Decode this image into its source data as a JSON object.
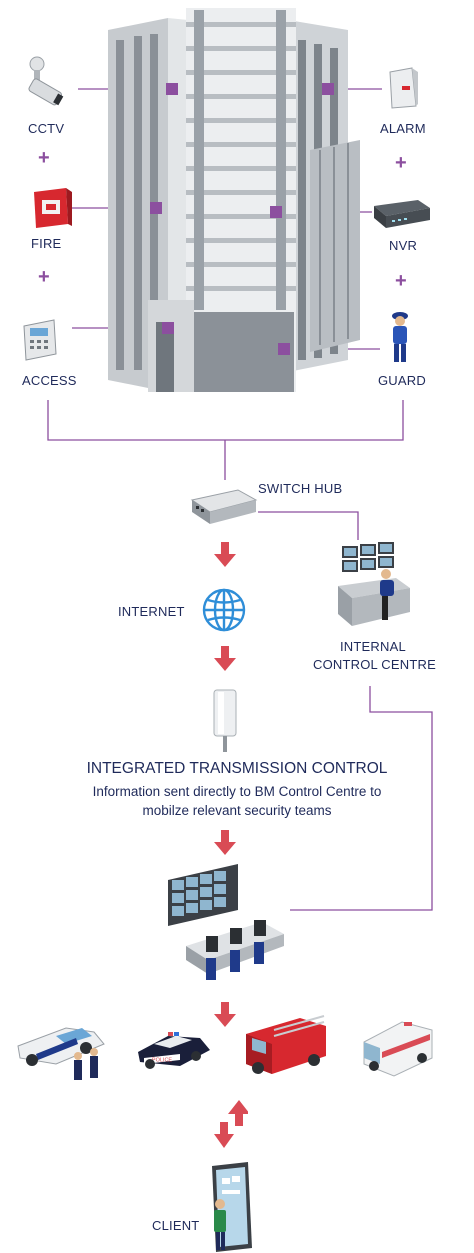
{
  "labels": {
    "cctv": "CCTV",
    "fire": "FIRE",
    "access": "ACCESS",
    "alarm": "ALARM",
    "nvr": "NVR",
    "guard": "GUARD",
    "switch_hub": "SWITCH HUB",
    "internet": "INTERNET",
    "internal_control_line1": "INTERNAL",
    "internal_control_line2": "CONTROL CENTRE",
    "client": "CLIENT"
  },
  "plus_sign": "+",
  "transmission": {
    "title": "INTEGRATED TRANSMISSION CONTROL",
    "line1": "Information sent directly to BM Control Centre to",
    "line2": "mobilze relevant security teams"
  },
  "vehicle_text": {
    "police": "POLICE"
  },
  "colors": {
    "connector": "#8c4f9f",
    "node": "#8c4f9f",
    "arrow": "#d94b55",
    "text": "#1f2a5a",
    "building": "#d9dcdf"
  }
}
